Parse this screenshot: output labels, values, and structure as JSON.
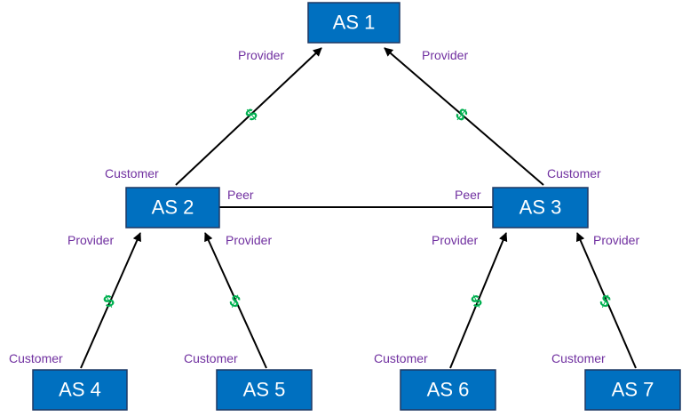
{
  "colors": {
    "node_fill": "#0070c0",
    "node_border": "#1f3864",
    "node_text": "#ffffff",
    "role_text": "#7030a0",
    "dollar": "#00b050",
    "line": "#000000"
  },
  "nodes": [
    {
      "id": "as1",
      "label": "AS 1"
    },
    {
      "id": "as2",
      "label": "AS 2"
    },
    {
      "id": "as3",
      "label": "AS 3"
    },
    {
      "id": "as4",
      "label": "AS 4"
    },
    {
      "id": "as5",
      "label": "AS 5"
    },
    {
      "id": "as6",
      "label": "AS 6"
    },
    {
      "id": "as7",
      "label": "AS 7"
    }
  ],
  "edges": [
    {
      "from": "as2",
      "to": "as1",
      "type": "customer-provider",
      "from_role": "Customer",
      "to_role": "Provider",
      "marker": "$"
    },
    {
      "from": "as3",
      "to": "as1",
      "type": "customer-provider",
      "from_role": "Customer",
      "to_role": "Provider",
      "marker": "$"
    },
    {
      "from": "as2",
      "to": "as3",
      "type": "peer",
      "from_role": "Peer",
      "to_role": "Peer"
    },
    {
      "from": "as4",
      "to": "as2",
      "type": "customer-provider",
      "from_role": "Customer",
      "to_role": "Provider",
      "marker": "$"
    },
    {
      "from": "as5",
      "to": "as2",
      "type": "customer-provider",
      "from_role": "Customer",
      "to_role": "Provider",
      "marker": "$"
    },
    {
      "from": "as6",
      "to": "as3",
      "type": "customer-provider",
      "from_role": "Customer",
      "to_role": "Provider",
      "marker": "$"
    },
    {
      "from": "as7",
      "to": "as3",
      "type": "customer-provider",
      "from_role": "Customer",
      "to_role": "Provider",
      "marker": "$"
    }
  ]
}
